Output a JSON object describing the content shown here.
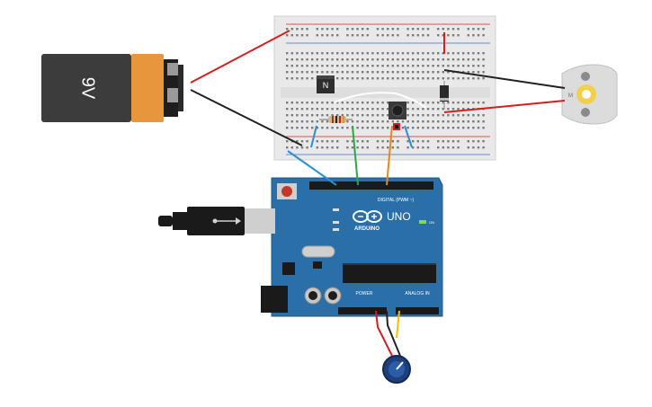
{
  "battery": {
    "label": "9V",
    "body_color": "#3c3c3c",
    "cap_color": "#e8963c"
  },
  "transistor": {
    "label": "N"
  },
  "arduino": {
    "brand": "ARDUINO",
    "model": "UNO",
    "digital_header": "DIGITAL (PWM ~)",
    "power_header": "POWER",
    "analog_header": "ANALOG IN",
    "on_label": "ON",
    "board_color": "#2a6fa8"
  },
  "motor": {
    "label": "M"
  },
  "wires": {
    "red": "#d22020",
    "black": "#222222",
    "blue": "#2a8fd6",
    "green": "#2aa84a",
    "orange": "#e8871e",
    "yellow": "#f2c200",
    "white": "#ffffff"
  }
}
